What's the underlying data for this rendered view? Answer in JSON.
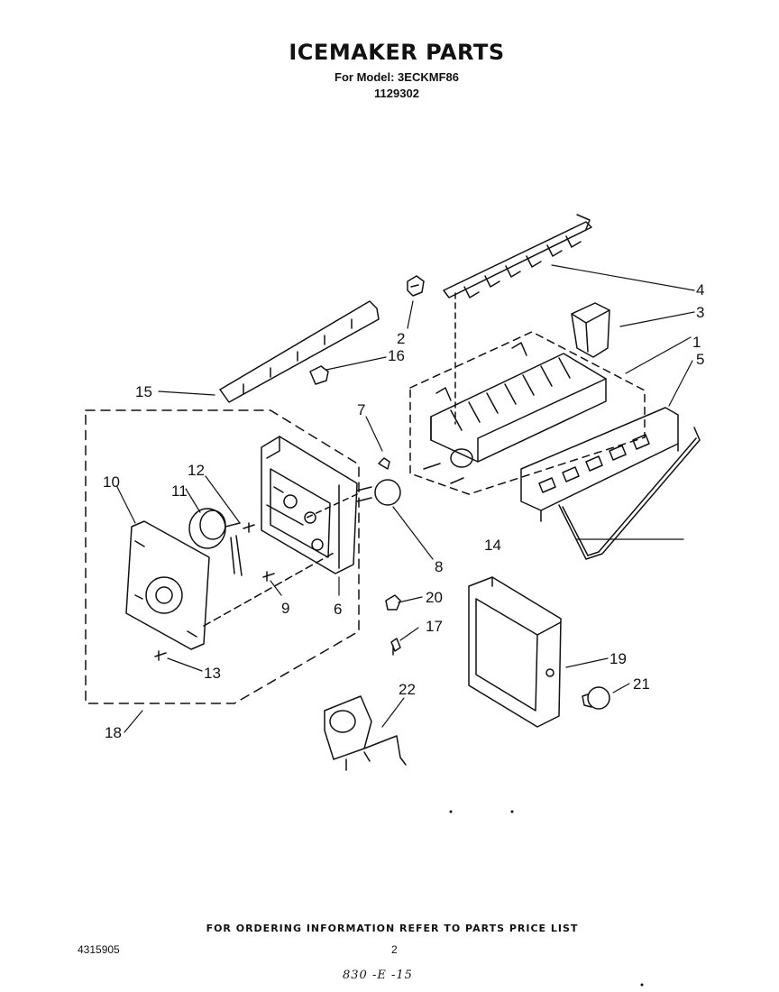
{
  "header": {
    "title": "ICEMAKER PARTS",
    "model": "For Model: 3ECKMF86",
    "number": "1129302"
  },
  "diagram": {
    "callouts": [
      "1",
      "2",
      "3",
      "4",
      "5",
      "6",
      "7",
      "8",
      "9",
      "10",
      "11",
      "12",
      "13",
      "14",
      "15",
      "16",
      "17",
      "18",
      "19",
      "20",
      "21",
      "22"
    ]
  },
  "footer": {
    "note": "FOR ORDERING INFORMATION REFER TO PARTS PRICE LIST",
    "doc_code": "4315905",
    "page": "2",
    "handwritten": "830 -E -15"
  }
}
